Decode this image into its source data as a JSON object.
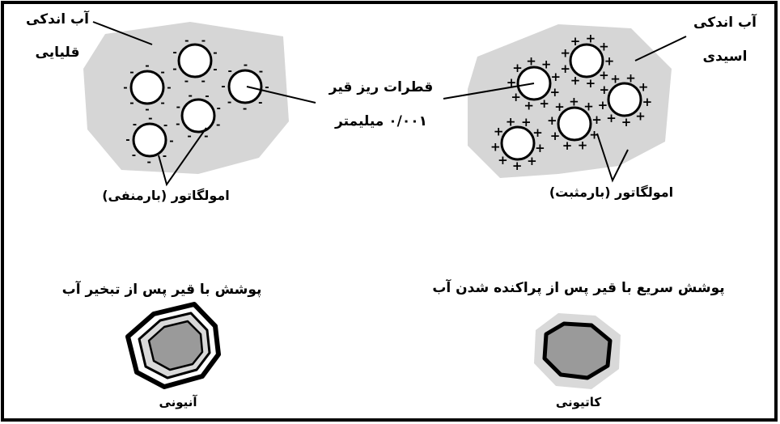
{
  "labels": {
    "alkaline_water_line1": "آب اندکی",
    "alkaline_water_line2": "قلیایی",
    "acidic_water_line1": "آب اندکی",
    "acidic_water_line2": "اسیدی",
    "droplets_line1": "قطرات ریز قیر",
    "droplets_line2": "۰/۰۰۱ میلیمتر",
    "emulsifier_negative": "امولگاتور (بارمنفی)",
    "emulsifier_positive": "امولگاتور (بارمثبت)",
    "coating_after_evaporation": "پوشش با قیر پس از تبخیر آب",
    "quick_coating_after_dispersion": "پوشش سریع با قیر پس از پراکنده شدن آب",
    "anionic": "آنیونی",
    "cationic": "کاتیونی"
  },
  "charge_symbols": {
    "negative": "-",
    "positive": "+"
  },
  "colors": {
    "water_blob": "#d6d6d6",
    "aggregate_core": "#9a9a9a",
    "film_ring": "#d9d9d9",
    "outline": "#000000"
  }
}
